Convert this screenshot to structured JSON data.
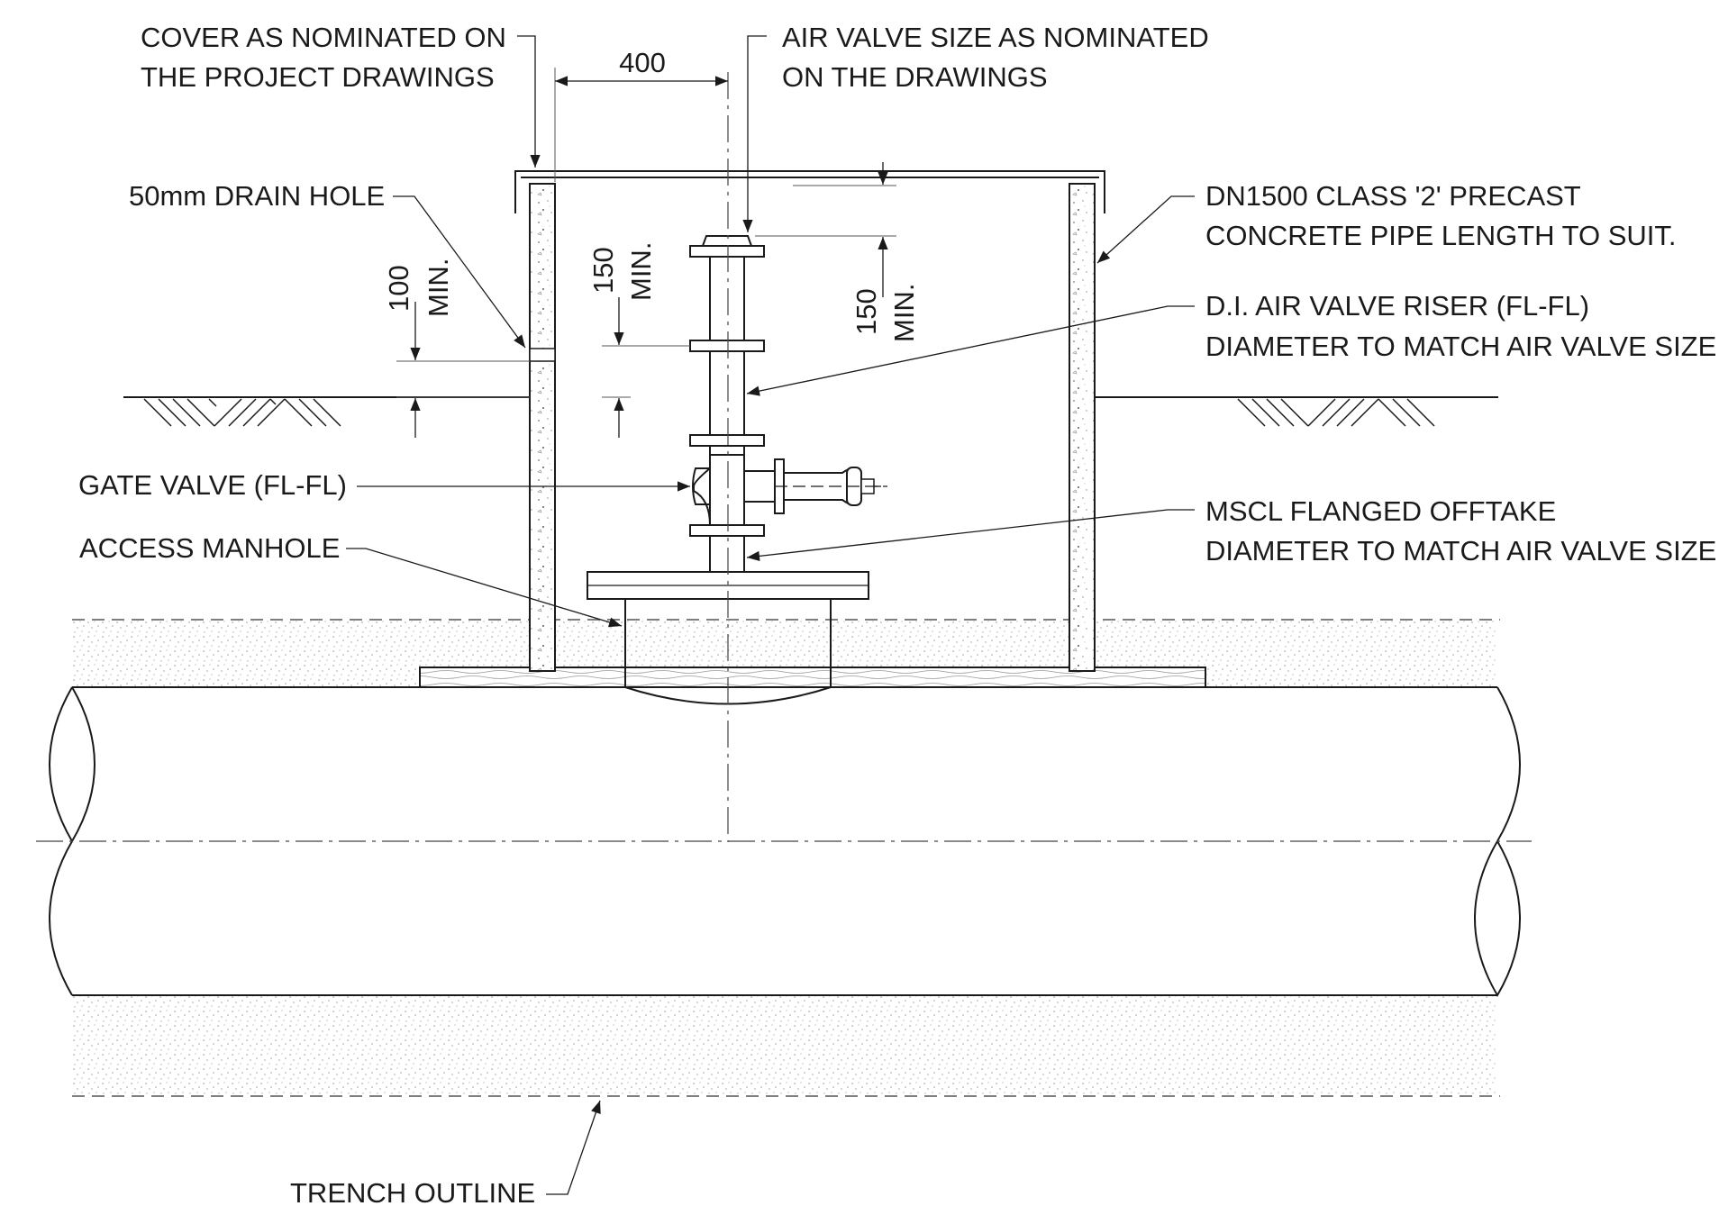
{
  "labels": {
    "cover": [
      "COVER AS NOMINATED ON",
      "THE PROJECT DRAWINGS"
    ],
    "air_valve": [
      "AIR VALVE SIZE AS NOMINATED",
      "ON THE DRAWINGS"
    ],
    "drain_hole": "50mm DRAIN HOLE",
    "precast_pipe": [
      "DN1500 CLASS '2' PRECAST",
      "CONCRETE PIPE LENGTH TO SUIT."
    ],
    "riser": [
      "D.I. AIR VALVE RISER (FL-FL)",
      "DIAMETER TO MATCH AIR VALVE SIZE."
    ],
    "gate_valve": "GATE VALVE (FL-FL)",
    "access_manhole": "ACCESS MANHOLE",
    "offtake": [
      "MSCL FLANGED OFFTAKE",
      "DIAMETER TO MATCH AIR VALVE SIZE."
    ],
    "trench": "TRENCH OUTLINE"
  },
  "dimensions": {
    "width_400": "400",
    "drain_min": [
      "100",
      "MIN."
    ],
    "valve_min": [
      "150",
      "MIN."
    ],
    "cover_min": [
      "150",
      "MIN."
    ]
  }
}
